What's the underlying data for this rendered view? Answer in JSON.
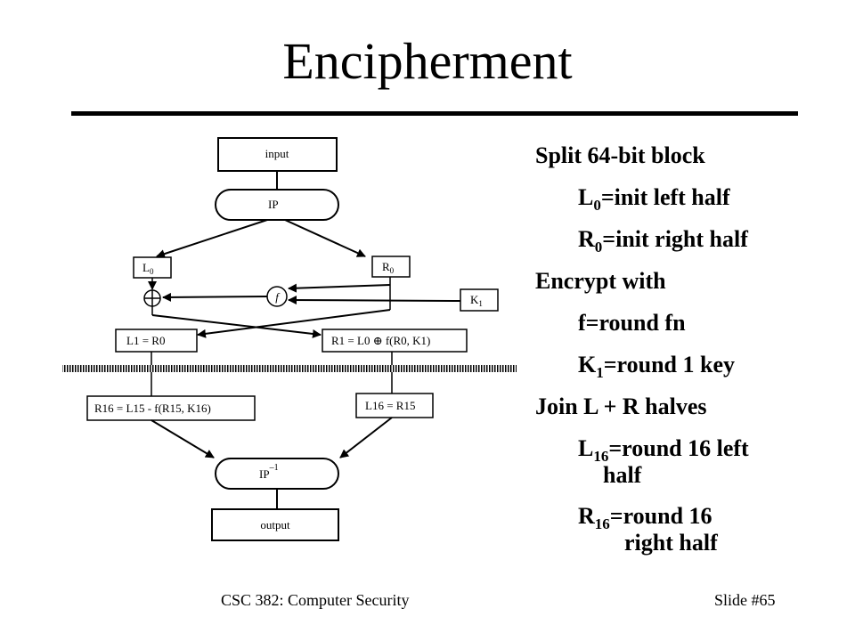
{
  "slide": {
    "title": "Encipherment",
    "footer_course": "CSC 382: Computer Security",
    "footer_slide": "Slide #65"
  },
  "diagram": {
    "input": "input",
    "ip": "IP",
    "l0": "L",
    "l0_sub": "0",
    "r0": "R",
    "r0_sub": "0",
    "f": "f",
    "k1": "K",
    "k1_sub": "1",
    "l1_eq": "L1 = R0",
    "r1_eq": "R1 = L0 ⊕ f(R0, K1)",
    "r16_eq": "R16 = L15 - f(R15, K16)",
    "l16_eq": "L16 = R15",
    "ip_inv": "IP",
    "ip_inv_sup": "–1",
    "output": "output"
  },
  "bullets": {
    "b1": "Split 64-bit block",
    "b1a_var": "L",
    "b1a_sub": "0",
    "b1a_rest": "=init left half",
    "b1b_var": "R",
    "b1b_sub": "0",
    "b1b_rest": "=init right half",
    "b2": "Encrypt with",
    "b2a": "f=round fn",
    "b2b_var": "K",
    "b2b_sub": "1",
    "b2b_rest": "=round 1 key",
    "b3": "Join L + R halves",
    "b3a_var": "L",
    "b3a_sub": "16",
    "b3a_rest": "=round 16 left",
    "b3a_cont": "half",
    "b3b_var": "R",
    "b3b_sub": "16",
    "b3b_rest": "=round 16",
    "b3b_cont": "right half"
  }
}
